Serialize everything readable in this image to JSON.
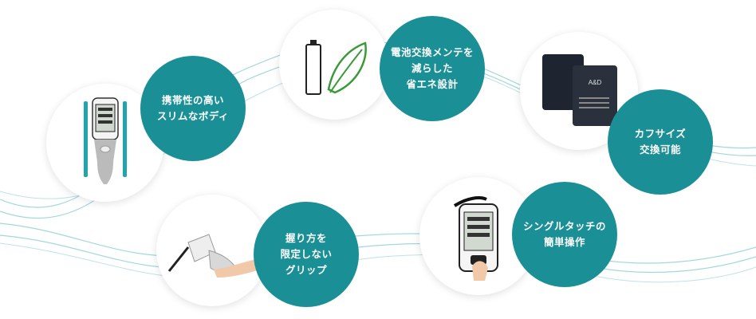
{
  "colors": {
    "teal": "#1a9096",
    "wave": "#8ccfd3",
    "leaf": "#3a9a3a"
  },
  "features": [
    {
      "id": "slim-body",
      "label": "携帯性の高い\nスリムなボディ",
      "icon": "device-front-photo"
    },
    {
      "id": "eco-design",
      "label": "電池交換メンテを\n減らした\n省エネ設計",
      "icon": "battery-leaf-icon"
    },
    {
      "id": "cuff-size",
      "label": "カフサイズ\n交換可能",
      "icon": "cuff-photo"
    },
    {
      "id": "free-grip",
      "label": "握り方を\n限定しない\nグリップ",
      "icon": "hand-grip-photo"
    },
    {
      "id": "single-touch",
      "label": "シングルタッチの\n簡単操作",
      "icon": "device-button-photo"
    }
  ]
}
